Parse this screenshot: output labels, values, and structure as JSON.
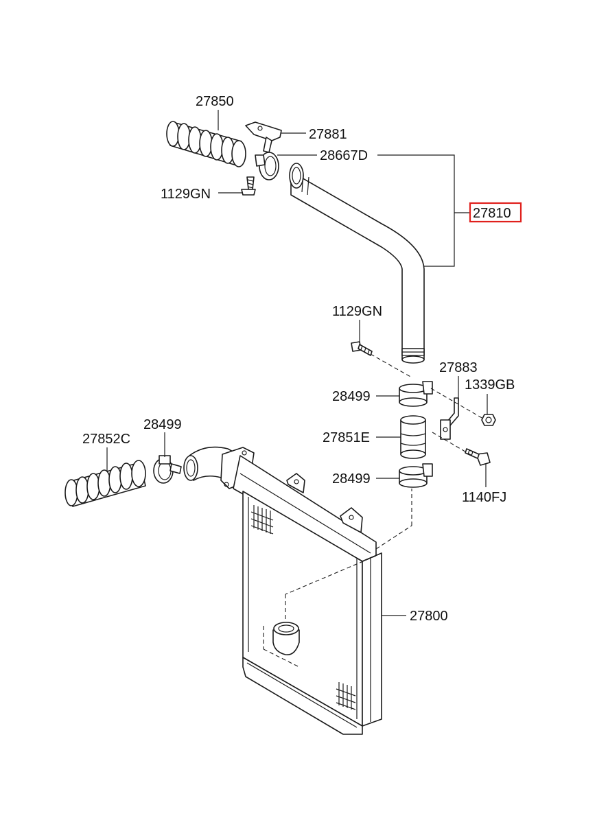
{
  "labels": {
    "p27850": "27850",
    "p27881": "27881",
    "p28667D": "28667D",
    "p1129GN_top": "1129GN",
    "p27810": "27810",
    "p1129GN_mid": "1129GN",
    "p27883": "27883",
    "p1339GB": "1339GB",
    "p28499_upper": "28499",
    "p27851E": "27851E",
    "p28499_lower": "28499",
    "p1140FJ": "1140FJ",
    "p28499_left": "28499",
    "p27852C": "27852C",
    "p27800": "27800"
  },
  "highlight": {
    "part": "27810",
    "color": "#e0201c"
  }
}
